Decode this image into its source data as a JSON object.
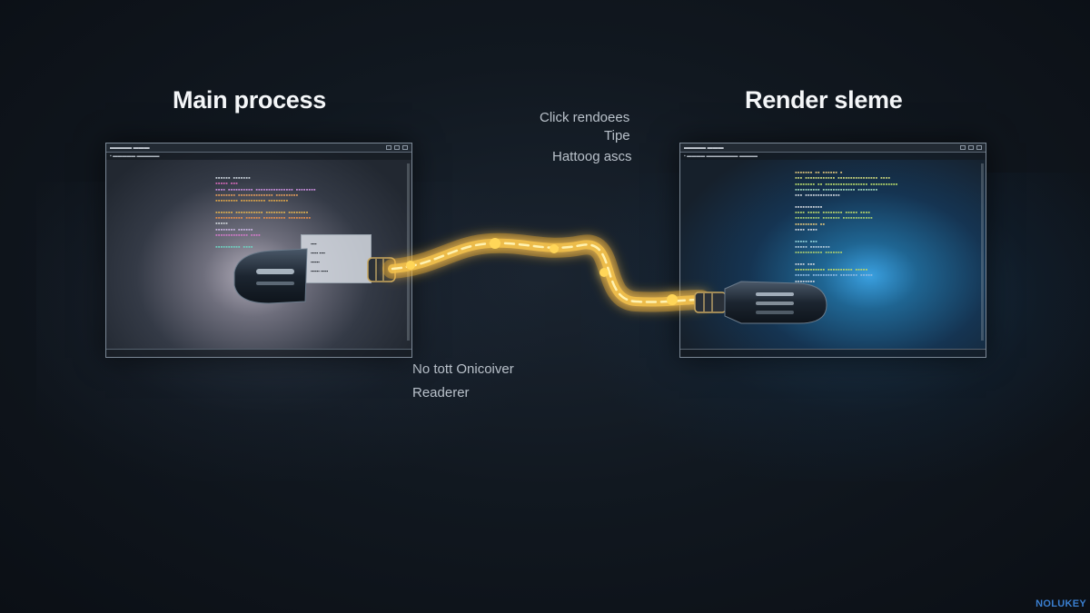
{
  "titles": {
    "left": "Main process",
    "right": "Render sleme"
  },
  "captions": {
    "top_1": "Click rendoees",
    "top_2": "Tipe",
    "top_3": "Hattoog ascs",
    "bottom_1": "No tott Onicoiver",
    "bottom_2": "Readerer"
  },
  "watermark": "NOLUKEY",
  "colors": {
    "accent_glow": "#f5b12a",
    "right_panel_glow": "#3aa0e0"
  },
  "icons": [
    "connector-plug-icon",
    "energy-cable-icon"
  ]
}
